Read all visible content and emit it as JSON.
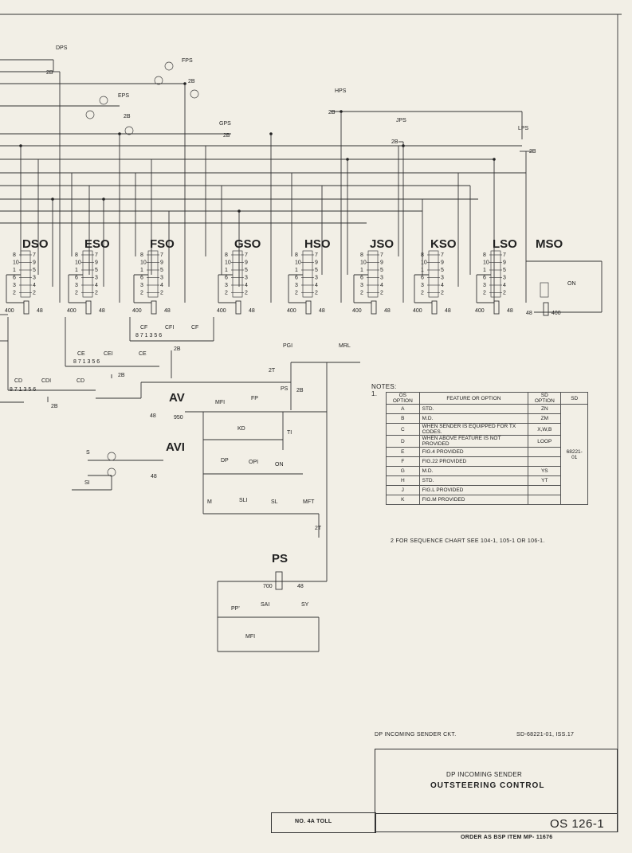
{
  "sheet": {
    "circuit_name": "DP INCOMING SENDER CKT.",
    "drawing_ref": "SD-68221-01, ISS.17",
    "title_line1": "DP INCOMING SENDER",
    "title_line2": "OUTSTEERING CONTROL",
    "drawing_no": "OS 126-1",
    "office_type": "NO. 4A TOLL",
    "order_note": "ORDER AS BSP ITEM MP- 11676"
  },
  "relays": {
    "so": [
      "DSO",
      "ESO",
      "FSO",
      "GSO",
      "HSO",
      "JSO",
      "KSO",
      "LSO",
      "MSO"
    ],
    "main": [
      "AV",
      "AVI",
      "PS"
    ],
    "ps_contacts": [
      "DPS",
      "EPS",
      "FPS",
      "GPS",
      "HPS",
      "JPS",
      "LPS"
    ],
    "small": [
      "PGI",
      "PS",
      "MRL",
      "MFI",
      "FP",
      "KD",
      "TI",
      "DP",
      "OPI",
      "ON",
      "M",
      "SLI",
      "SL",
      "MFT",
      "S",
      "SI",
      "PP'",
      "SAI",
      "SY",
      "MFI",
      "CF",
      "CFI",
      "CF",
      "CE",
      "CEI",
      "CE",
      "CD",
      "CDI",
      "CD",
      "ON"
    ]
  },
  "values": {
    "r400": "400",
    "r48": "48",
    "r950": "950",
    "r700": "700",
    "t2b": "2B",
    "t2t": "2T"
  },
  "notes": {
    "header": "NOTES:",
    "n1": "1.",
    "n2": "2    FOR SEQUENCE CHART SEE 104-1, 105-1 OR 106-1.",
    "columns": [
      "OS OPTION",
      "FEATURE OR OPTION",
      "SD OPTION",
      "SD"
    ],
    "rows": [
      {
        "opt": "A",
        "feature": "STD.",
        "sd": "ZN"
      },
      {
        "opt": "B",
        "feature": "M.D.",
        "sd": "ZM"
      },
      {
        "opt": "C",
        "feature": "WHEN SENDER IS EQUIPPED FOR TX CODES.",
        "sd": "X,W,B"
      },
      {
        "opt": "D",
        "feature": "WHEN ABOVE FEATURE IS NOT PROVIDED",
        "sd": "LOOP"
      },
      {
        "opt": "E",
        "feature": "FIG.4 PROVIDED",
        "sd": ""
      },
      {
        "opt": "F",
        "feature": "FIG.22 PROVIDED",
        "sd": ""
      },
      {
        "opt": "G",
        "feature": "M.D.",
        "sd": "YS"
      },
      {
        "opt": "H",
        "feature": "STD.",
        "sd": "YT"
      },
      {
        "opt": "J",
        "feature": "FIG.L PROVIDED",
        "sd": ""
      },
      {
        "opt": "K",
        "feature": "FIG.M PROVIDED",
        "sd": ""
      }
    ],
    "sd_ref": "68221-01"
  },
  "colors": {
    "paper": "#f2efe6",
    "ink": "#222222"
  }
}
